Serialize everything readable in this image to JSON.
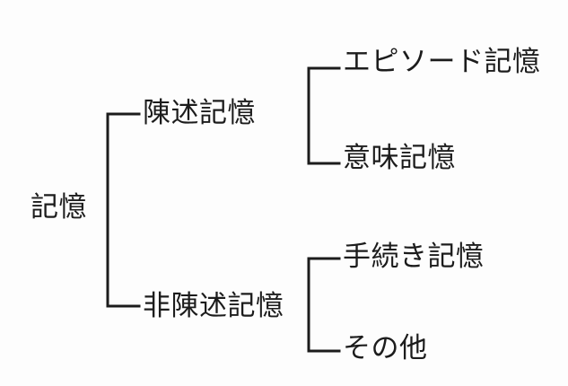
{
  "diagram": {
    "type": "tree-hierarchy",
    "title_text": "記憶",
    "orientation": "left-to-right",
    "background_color": "#fdfdfd",
    "line_color": "#1c1c1c",
    "text_color": "#1c1c1c",
    "root": {
      "label": "記憶",
      "children": [
        {
          "label": "陳述記憶",
          "children": [
            {
              "label": "エピソード記憶"
            },
            {
              "label": "意味記憶"
            }
          ]
        },
        {
          "label": "非陳述記憶",
          "children": [
            {
              "label": "手続き記憶"
            },
            {
              "label": "その他"
            }
          ]
        }
      ]
    },
    "nodes": {
      "root": "記憶",
      "level1": [
        "陳述記憶",
        "非陳述記憶"
      ],
      "level2_group1": [
        "エピソード記憶",
        "意味記憶"
      ],
      "level2_group2": [
        "手続き記憶",
        "その他"
      ]
    },
    "connectors": {
      "root_bracket_label": "root-to-level1-bracket",
      "declarative_bracket_label": "declarative-to-children-bracket",
      "nondeclarative_bracket_label": "nondeclarative-to-children-bracket"
    }
  }
}
